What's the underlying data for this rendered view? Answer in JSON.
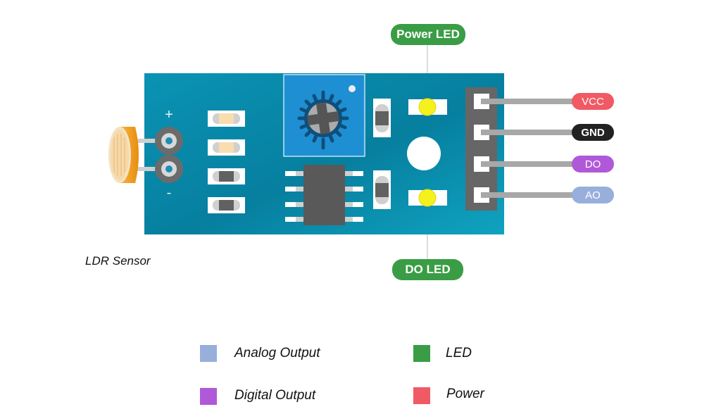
{
  "diagram": {
    "board_label": "LDR Sensor",
    "board_markings": {
      "plus": "+",
      "minus": "-"
    },
    "led_callouts": [
      {
        "label": "Power LED",
        "color": "#3a9d45"
      },
      {
        "label": "DO LED",
        "color": "#3a9d45"
      }
    ],
    "pins": [
      {
        "label": "VCC",
        "color": "#f05a64",
        "text_color": "#ffffff"
      },
      {
        "label": "GND",
        "color": "#222222",
        "text_color": "#ffffff"
      },
      {
        "label": "DO",
        "color": "#b059d8",
        "text_color": "#ffffff"
      },
      {
        "label": "AO",
        "color": "#98afdc",
        "text_color": "#ffffff"
      }
    ],
    "colors": {
      "pcb": "#0a8fae",
      "potentiometer": "#1f8fd3",
      "led": "#f4f21a",
      "header": "#666666",
      "ldr": "#f3a22a"
    }
  },
  "legend": [
    {
      "label": "Analog Output",
      "color": "#98afdc"
    },
    {
      "label": "LED",
      "color": "#3a9d45"
    },
    {
      "label": "Digital Output",
      "color": "#b059d8"
    },
    {
      "label": "Power",
      "color": "#f05a64"
    }
  ]
}
